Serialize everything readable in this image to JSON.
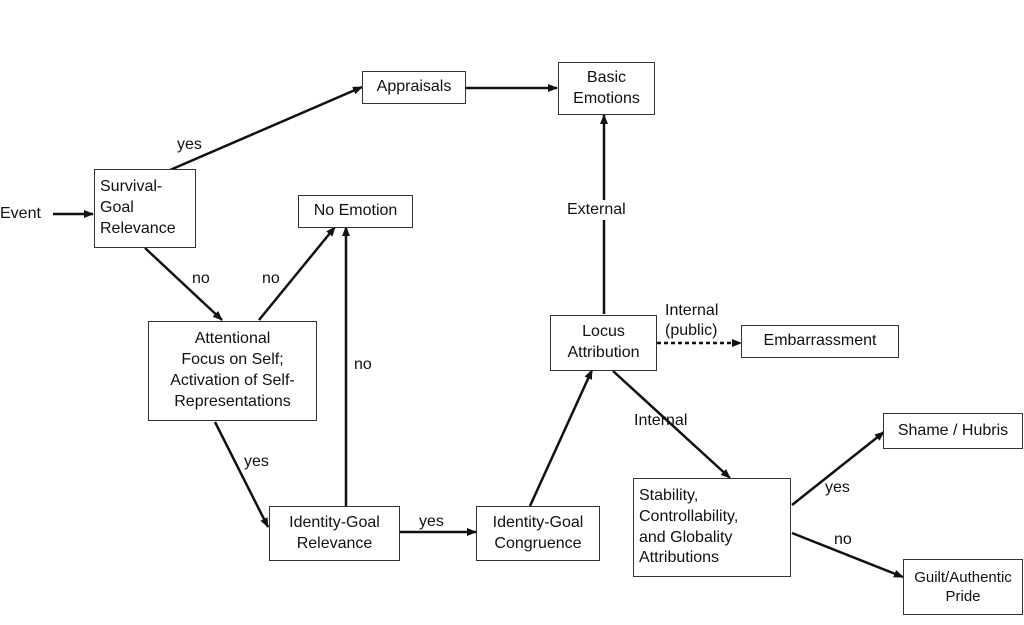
{
  "nodes": {
    "event": "Event",
    "appraisals": "Appraisals",
    "basic_emotions": "Basic\nEmotions",
    "survival_goal": "Survival-\nGoal\nRelevance",
    "no_emotion": "No Emotion",
    "attentional_focus": "Attentional\nFocus on Self;\nActivation of Self-\nRepresentations",
    "locus_attribution": "Locus\nAttribution",
    "embarrassment": "Embarrassment",
    "identity_goal_relevance": "Identity-Goal\nRelevance",
    "identity_goal_congruence": "Identity-Goal\nCongruence",
    "stability": "Stability,\nControllability,\nand Globality\nAttributions",
    "shame_hubris": "Shame / Hubris",
    "guilt_pride": "Guilt/Authentic\nPride"
  },
  "edge_labels": {
    "yes_survival": "yes",
    "no_survival": "no",
    "no_attentional": "no",
    "no_identity": "no",
    "yes_attentional": "yes",
    "yes_identity": "yes",
    "external": "External",
    "internal_public": "Internal\n(public)",
    "internal": "Internal",
    "yes_stability": "yes",
    "no_stability": "no"
  }
}
